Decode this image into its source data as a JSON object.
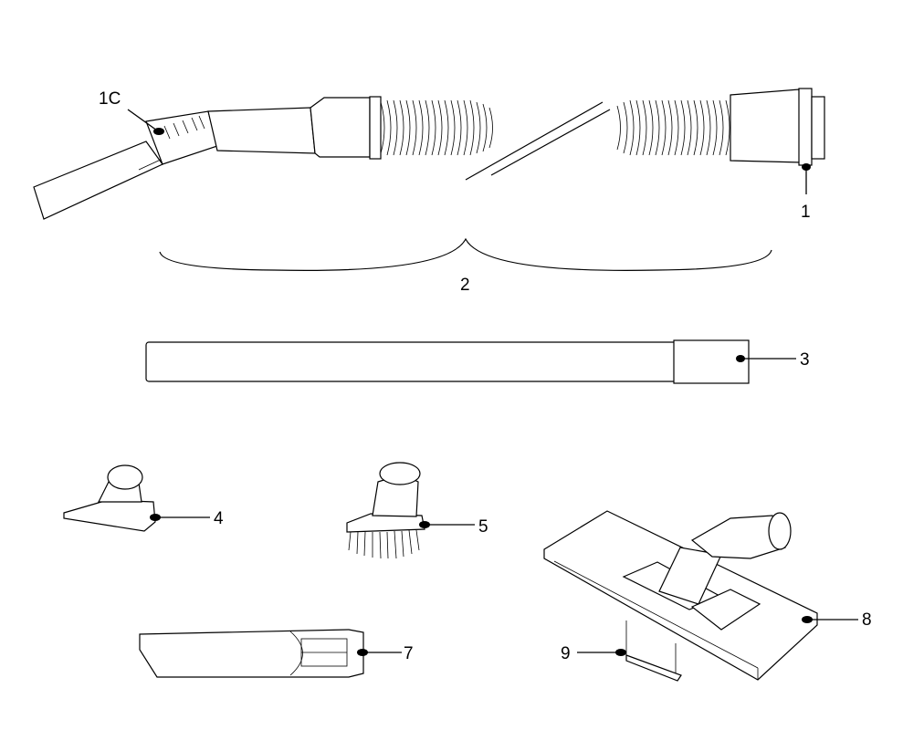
{
  "callouts": {
    "c1C": "1C",
    "c1": "1",
    "c2": "2",
    "c3": "3",
    "c4": "4",
    "c5": "5",
    "c7": "7",
    "c8": "8",
    "c9": "9"
  },
  "colors": {
    "line": "#000000",
    "background": "#ffffff"
  },
  "icons": {
    "hose": "hose-assembly-icon",
    "wand": "extension-wand-icon",
    "upholstery": "upholstery-tool-icon",
    "brush": "dusting-brush-icon",
    "crevice": "crevice-tool-icon",
    "floor": "floor-tool-icon"
  }
}
